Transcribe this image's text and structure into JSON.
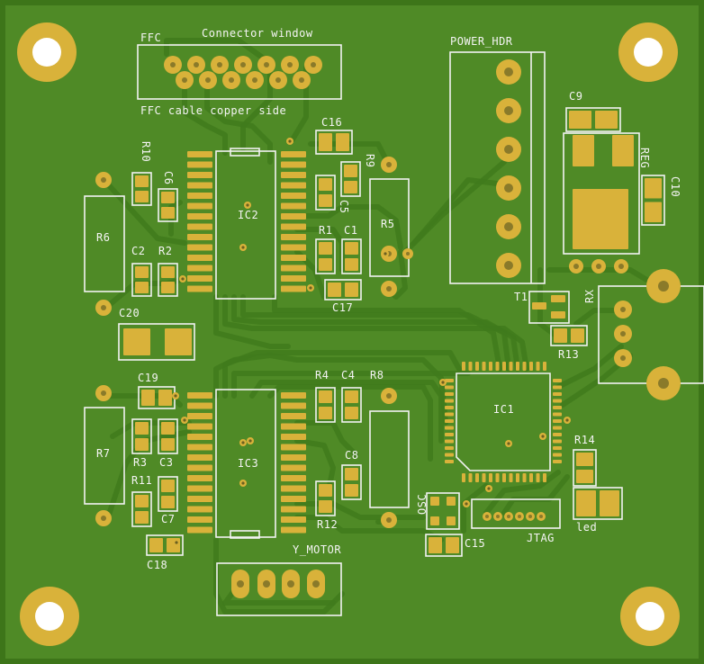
{
  "board": {
    "colors": {
      "solder_mask": "#4f8a26",
      "trace": "#3f7a1c",
      "pad": "#d9b23a",
      "silkscreen": "#f2f2f2",
      "drill": "#ffffff"
    }
  },
  "ffc_connector": {
    "title": "FFC",
    "window_label": "Connector window",
    "side_label": "FFC cable copper side"
  },
  "headers": {
    "power": "POWER_HDR",
    "y_motor": "Y_MOTOR",
    "jtag": "JTAG",
    "rx": "RX",
    "osc": "OSC",
    "led": "led",
    "reg": "REG"
  },
  "ics": {
    "ic1": "IC1",
    "ic2": "IC2",
    "ic3": "IC3"
  },
  "resistors": {
    "r1": "R1",
    "r2": "R2",
    "r3": "R3",
    "r4": "R4",
    "r5": "R5",
    "r6": "R6",
    "r7": "R7",
    "r8": "R8",
    "r9": "R9",
    "r10": "R10",
    "r11": "R11",
    "r12": "R12",
    "r13": "R13",
    "r14": "R14"
  },
  "capacitors": {
    "c1": "C1",
    "c2": "C2",
    "c3": "C3",
    "c4": "C4",
    "c5": "C5",
    "c6": "C6",
    "c7": "C7",
    "c8": "C8",
    "c9": "C9",
    "c10": "C10",
    "c15": "C15",
    "c16": "C16",
    "c17": "C17",
    "c18": "C18",
    "c19": "C19",
    "c20": "C20"
  },
  "transistors": {
    "t1": "T1"
  }
}
